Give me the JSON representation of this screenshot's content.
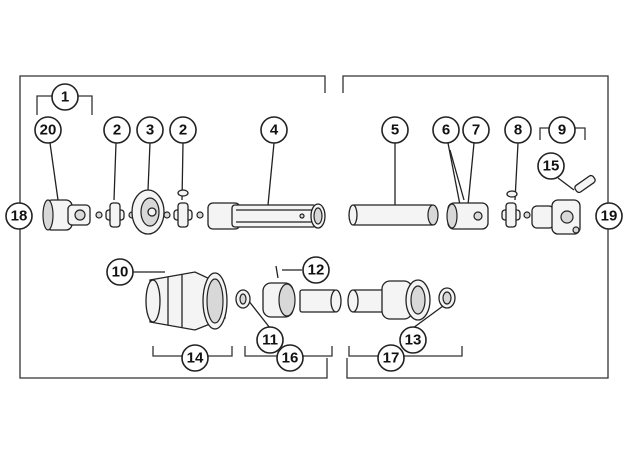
{
  "callouts": {
    "c1": "1",
    "c2a": "2",
    "c2b": "2",
    "c3": "3",
    "c4": "4",
    "c5": "5",
    "c6": "6",
    "c7": "7",
    "c8": "8",
    "c9": "9",
    "c10": "10",
    "c11": "11",
    "c12": "12",
    "c13": "13",
    "c14": "14",
    "c15": "15",
    "c16": "16",
    "c17": "17",
    "c18": "18",
    "c19": "19",
    "c20": "20"
  },
  "colors": {
    "line": "#222222",
    "fill": "#f4f4f4",
    "shade": "#d8d8d8"
  }
}
